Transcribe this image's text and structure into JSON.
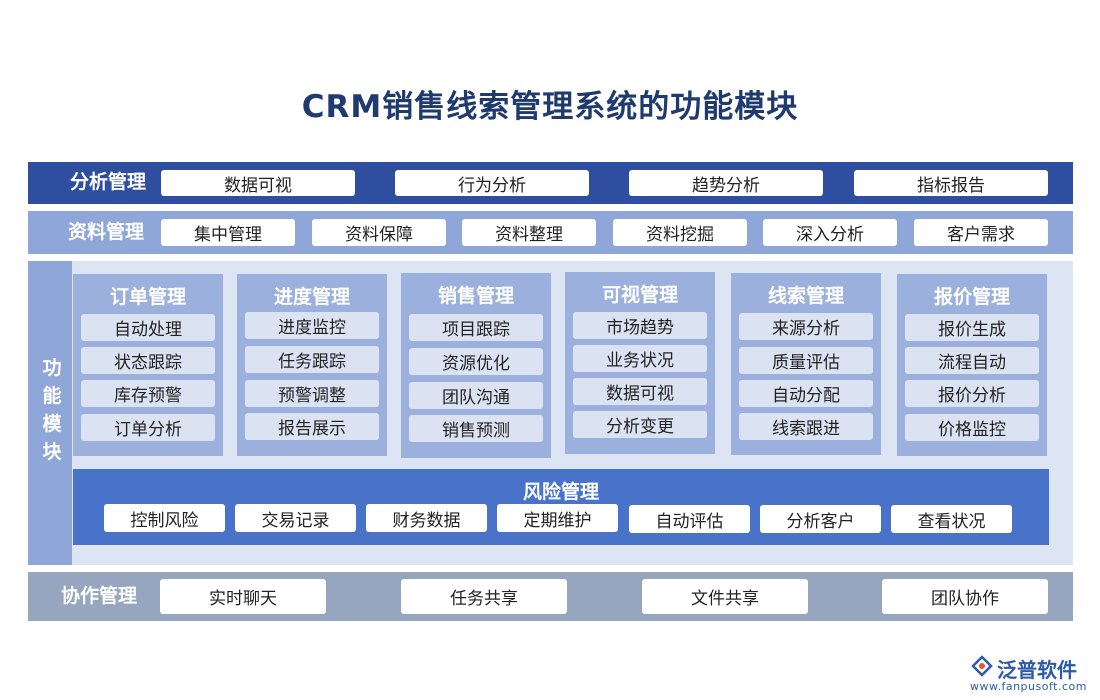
{
  "title": "CRM销售线索管理系统的功能模块",
  "analysis": {
    "label": "分析管理",
    "items": [
      "数据可视",
      "行为分析",
      "趋势分析",
      "指标报告"
    ]
  },
  "data_mgmt": {
    "label": "资料管理",
    "items": [
      "集中管理",
      "资料保障",
      "资料整理",
      "资料挖掘",
      "深入分析",
      "客户需求"
    ]
  },
  "function": {
    "label_chars": [
      "功",
      "能",
      "模",
      "块"
    ],
    "modules": [
      {
        "title": "订单管理",
        "items": [
          "自动处理",
          "状态跟踪",
          "库存预警",
          "订单分析"
        ]
      },
      {
        "title": "进度管理",
        "items": [
          "进度监控",
          "任务跟踪",
          "预警调整",
          "报告展示"
        ]
      },
      {
        "title": "销售管理",
        "items": [
          "项目跟踪",
          "资源优化",
          "团队沟通",
          "销售预测"
        ]
      },
      {
        "title": "可视管理",
        "items": [
          "市场趋势",
          "业务状况",
          "数据可视",
          "分析变更"
        ]
      },
      {
        "title": "线索管理",
        "items": [
          "来源分析",
          "质量评估",
          "自动分配",
          "线索跟进"
        ]
      },
      {
        "title": "报价管理",
        "items": [
          "报价生成",
          "流程自动",
          "报价分析",
          "价格监控"
        ]
      }
    ],
    "risk": {
      "title": "风险管理",
      "items": [
        "控制风险",
        "交易记录",
        "财务数据",
        "定期维护",
        "自动评估",
        "分析客户",
        "查看状况"
      ]
    }
  },
  "collab": {
    "label": "协作管理",
    "items": [
      "实时聊天",
      "任务共享",
      "文件共享",
      "团队协作"
    ]
  },
  "logo": {
    "name": "泛普软件",
    "url": "www.fanpusoft.com"
  },
  "colors": {
    "dark_blue": "#2f4e9f",
    "mid_blue": "#8fa6d9",
    "light_bg": "#dde5f5",
    "module_bg": "#9cb0de",
    "module_item": "#dbe3f3",
    "risk_blue": "#4873c9",
    "collab_gray": "#97a6bf"
  }
}
